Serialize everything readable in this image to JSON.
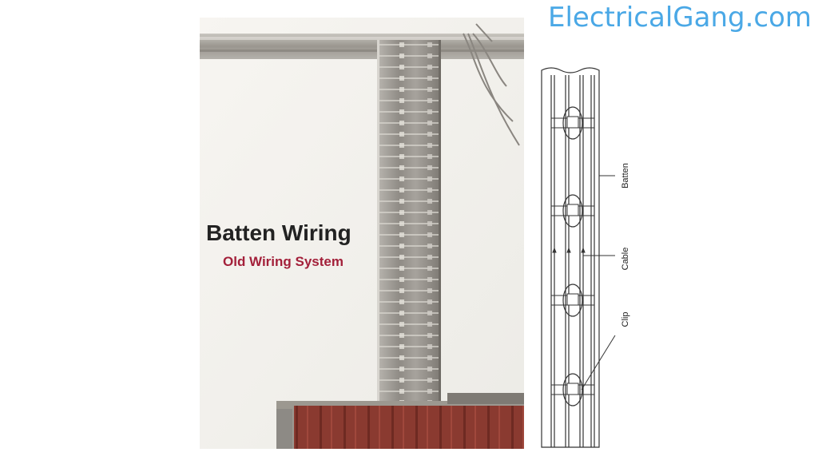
{
  "site": {
    "title": "ElectricalGang.com"
  },
  "photo": {
    "title": "Batten Wiring",
    "subtitle": "Old Wiring System"
  },
  "diagram": {
    "labels": {
      "batten": "Batten",
      "cable": "Cable",
      "clip": "Clip"
    }
  },
  "colors": {
    "site_title": "#4aa8e6",
    "subtitle": "#a3203a",
    "batten": "#8e8a84",
    "brick": "#8a3a30"
  }
}
